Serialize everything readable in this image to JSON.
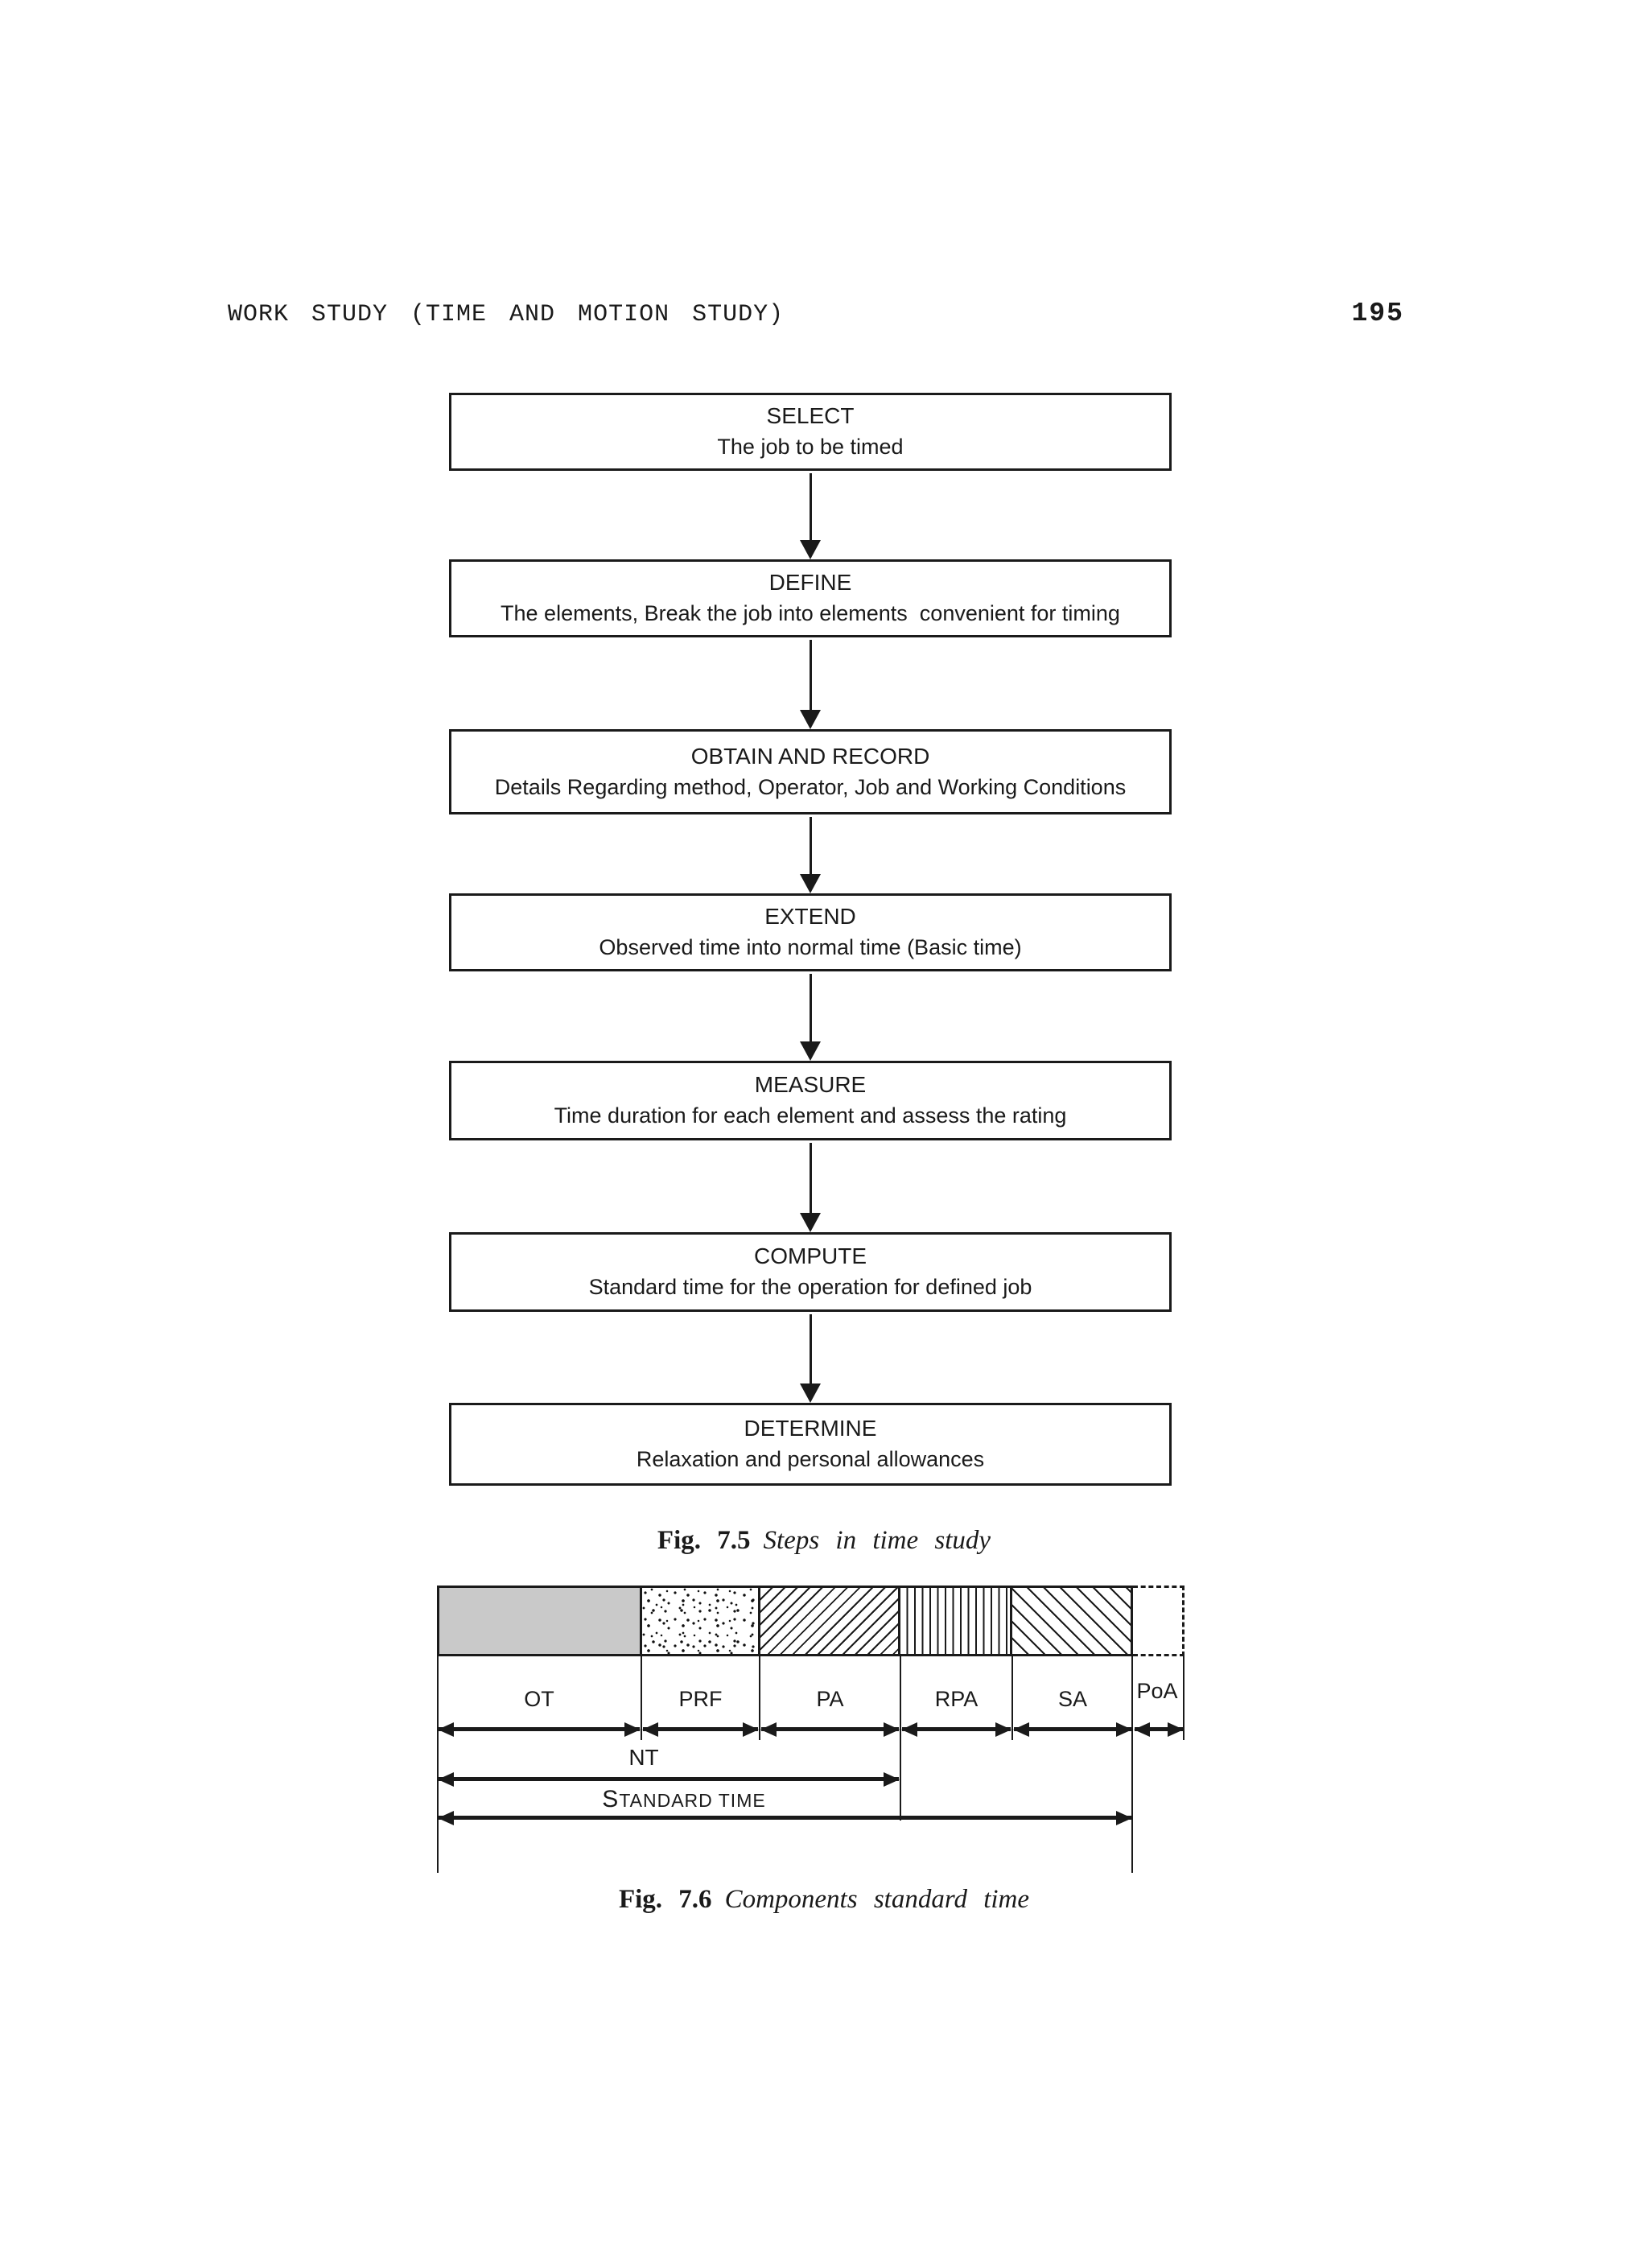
{
  "header": {
    "title": "WORK STUDY (TIME AND MOTION STUDY)",
    "page_number": "195"
  },
  "flowchart": {
    "steps": [
      {
        "title": "SELECT",
        "subtitle": "The job to be timed"
      },
      {
        "title": "DEFINE",
        "subtitle": "The elements, Break the job into elements  convenient for timing"
      },
      {
        "title": "OBTAIN AND RECORD",
        "subtitle": "Details Regarding method, Operator, Job and Working Conditions"
      },
      {
        "title": "EXTEND",
        "subtitle": "Observed time into normal time (Basic time)"
      },
      {
        "title": "MEASURE",
        "subtitle": "Time duration for each element and assess the rating"
      },
      {
        "title": "COMPUTE",
        "subtitle": "Standard time for the operation for defined job"
      },
      {
        "title": "DETERMINE",
        "subtitle": "Relaxation and personal allowances"
      }
    ],
    "caption": {
      "label": "Fig. 7.5",
      "text": "Steps in time study"
    }
  },
  "diagram": {
    "segments": [
      {
        "label": "OT",
        "pattern": "solid-gray-fill"
      },
      {
        "label": "PRF",
        "pattern": "speckled-dots"
      },
      {
        "label": "PA",
        "pattern": "forward-diagonal-hatch"
      },
      {
        "label": "RPA",
        "pattern": "vertical-line-hatch"
      },
      {
        "label": "SA",
        "pattern": "backward-diagonal-hatch"
      },
      {
        "label": "PoA",
        "pattern": "dashed-outline-empty"
      }
    ],
    "nt_label": "NT",
    "standard_time_label_initial": "S",
    "standard_time_label_rest": "TANDARD TIME",
    "caption": {
      "label": "Fig. 7.6",
      "text": "Components standard time"
    }
  },
  "colors": {
    "ink": "#1a1a1a",
    "ot_fill": "#c9c9c9",
    "paper": "#ffffff"
  }
}
